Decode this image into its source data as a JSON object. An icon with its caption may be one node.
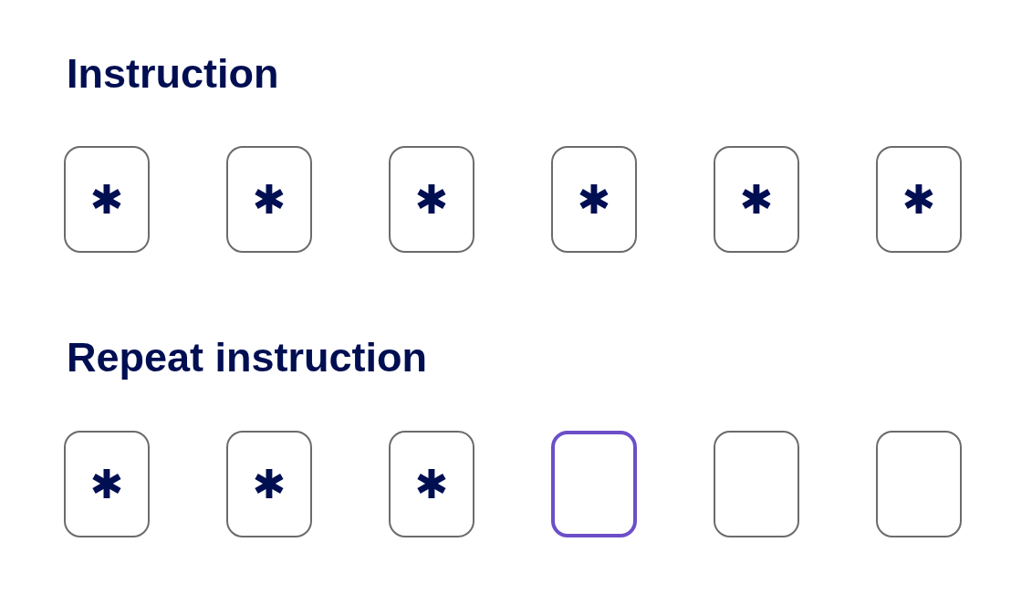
{
  "diagram": {
    "nodes": [
      {
        "text": [
          "✱"
        ]
      },
      {
        "text": [
          "✱"
        ]
      },
      {
        "text": [
          "✱"
        ]
      },
      {
        "text": [
          "✱"
        ]
      },
      {
        "text": [
          "✱"
        ]
      },
      {
        "text": [
          "✱"
        ]
      },
      {
        "text": [
          "✱"
        ]
      },
      {
        "text": [
          "✱"
        ]
      },
      {
        "text": [
          "✱"
        ]
      },
      {
        "text": [],
        "shape": "box"
      },
      {
        "text": [],
        "shape": "box"
      },
      {
        "text": [],
        "shape": "box"
      }
    ],
    "labels": [
      "Instruction",
      "Repeat instruction"
    ]
  }
}
